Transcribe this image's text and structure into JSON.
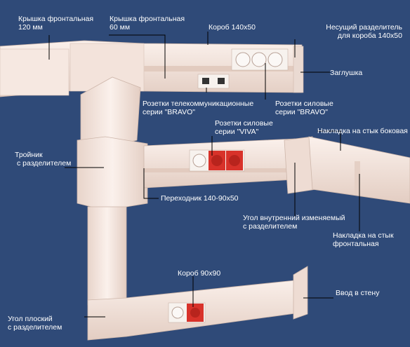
{
  "labels": {
    "cover_front_120": [
      "Крышка фронтальная",
      "120 мм"
    ],
    "cover_front_60": [
      "Крышка фронтальная",
      "60 мм"
    ],
    "duct_140x50": "Короб 140x50",
    "divider_140x50": [
      "Несущий разделитель",
      "для короба 140x50"
    ],
    "end_cap": "Заглушка",
    "telecom_sockets": [
      "Розетки телекоммуникационные",
      "серии \"BRAVO\""
    ],
    "power_sockets_bravo": [
      "Розетки силовые",
      "серии \"BRAVO\""
    ],
    "power_sockets_viva": [
      "Розетки силовые",
      "серии \"VIVA\""
    ],
    "joint_cover_side": "Накладка на стык боковая",
    "tee": [
      "Тройник",
      "с разделителем"
    ],
    "adapter": "Переходник 140-90x50",
    "inner_corner": [
      "Угол внутренний изменяемый",
      "с разделителем"
    ],
    "joint_cover_front": [
      "Накладка на стык",
      "фронтальная"
    ],
    "duct_90x90": "Короб 90x90",
    "wall_entry": "Ввод в стену",
    "flat_corner": [
      "Угол плоский",
      "с разделителем"
    ]
  },
  "colors": {
    "background": "#2f4a78",
    "duct": "#f4e4dc",
    "duct_shadow": "#dcc5ba",
    "power_socket_red": "#d8322a",
    "socket_white": "#f7f2ee",
    "leader_line": "#000000",
    "text": "#ffffff"
  }
}
